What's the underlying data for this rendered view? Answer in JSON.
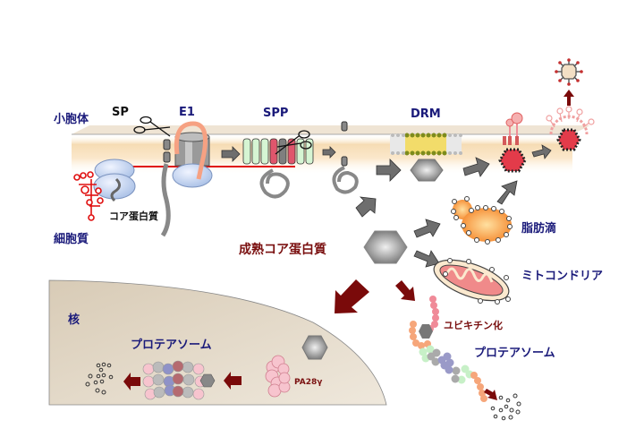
{
  "labels": {
    "er": "小胞体",
    "cytoplasm": "細胞質",
    "sp": "SP",
    "e1": "E1",
    "spp": "SPP",
    "drm": "DRM",
    "core_protein": "コア蛋白質",
    "mature_core": "成熟コア蛋白質",
    "lipid_droplet": "脂肪滴",
    "mitochondria": "ミトコンドリア",
    "ubiquitination": "ユビキチン化",
    "proteasome_cyto": "プロテアソーム",
    "nucleus": "核",
    "proteasome_nuc": "プロテアソーム",
    "pa28": "PA28γ"
  },
  "colors": {
    "navy_text": "#1a1a7a",
    "maroon_text": "#7a1010",
    "membrane": "#f8e2c0",
    "nucleus": "#ddd2c0",
    "rna": "#e01010",
    "arrow_gray": "#6e6e6e",
    "arrow_maroon": "#7a0a0a"
  }
}
